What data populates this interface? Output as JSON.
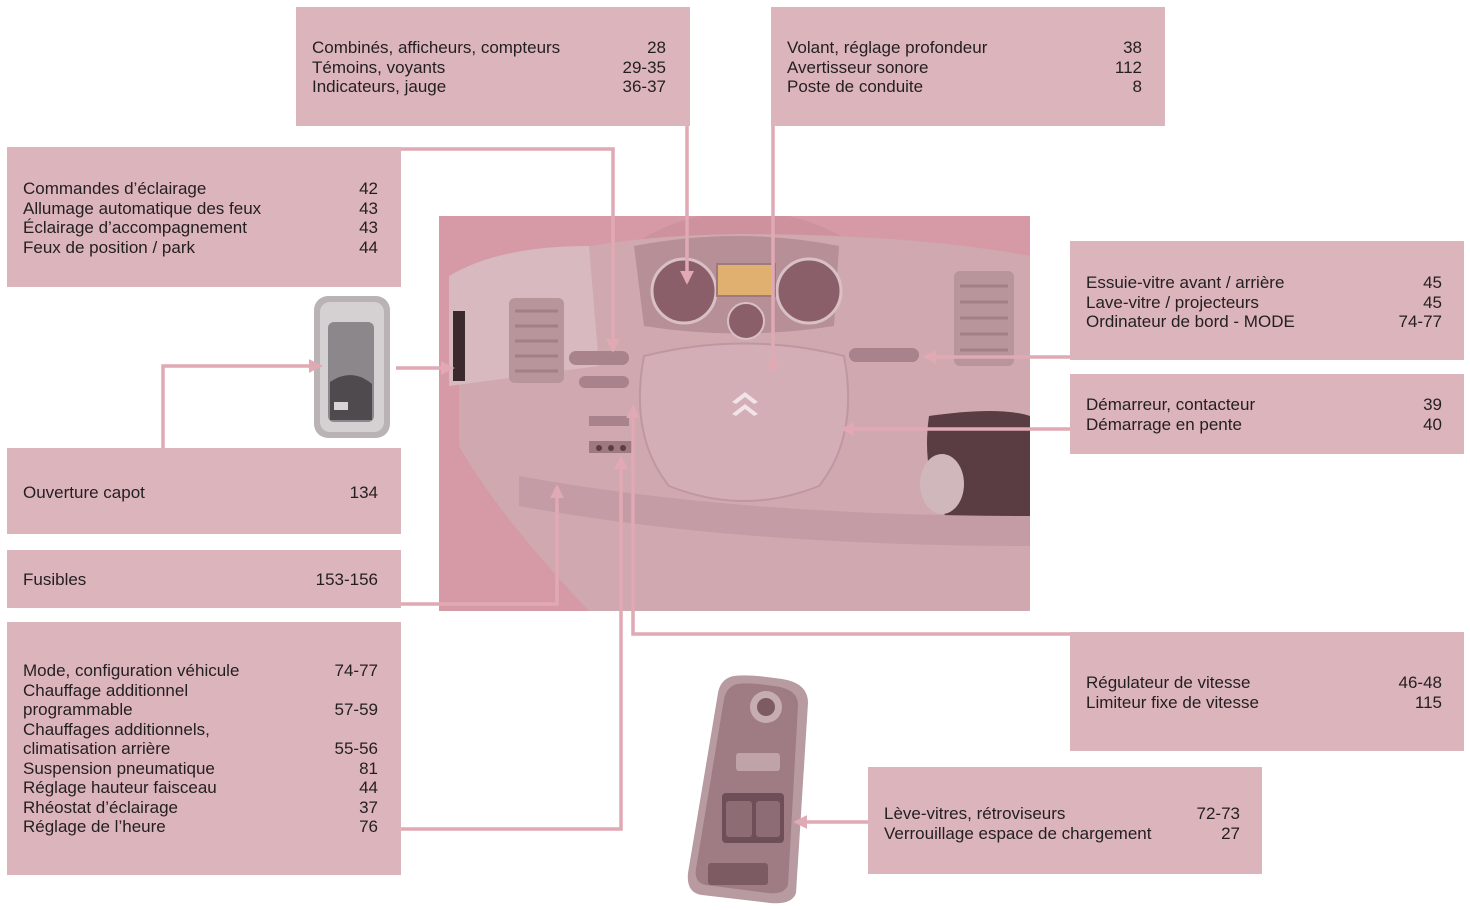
{
  "colors": {
    "box_fill": "#dcb4bc",
    "leader_line": "#e0a9b4",
    "dash_background": "#d69aa6",
    "text": "#231f20"
  },
  "boxes": {
    "combines": {
      "rows": [
        {
          "label": "Combinés, afficheurs, compteurs",
          "page": "28"
        },
        {
          "label": "Témoins, voyants",
          "page": "29-35"
        },
        {
          "label": "Indicateurs, jauge",
          "page": "36-37"
        }
      ]
    },
    "volant": {
      "rows": [
        {
          "label": "Volant, réglage profondeur",
          "page": "38"
        },
        {
          "label": "Avertisseur sonore",
          "page": "112"
        },
        {
          "label": "Poste de conduite",
          "page": "8"
        }
      ]
    },
    "eclairage": {
      "rows": [
        {
          "label": "Commandes d’éclairage",
          "page": "42"
        },
        {
          "label": "Allumage automatique des feux",
          "page": "43"
        },
        {
          "label": "Éclairage d’accompagnement",
          "page": "43"
        },
        {
          "label": "Feux de position / park",
          "page": "44"
        }
      ]
    },
    "essuie": {
      "rows": [
        {
          "label": "Essuie-vitre avant / arrière",
          "page": "45"
        },
        {
          "label": "Lave-vitre / projecteurs",
          "page": "45"
        },
        {
          "label": "Ordinateur de bord - MODE",
          "page": "74-77"
        }
      ]
    },
    "demarreur": {
      "rows": [
        {
          "label": "Démarreur, contacteur",
          "page": "39"
        },
        {
          "label": "Démarrage en pente",
          "page": "40"
        }
      ]
    },
    "capot": {
      "rows": [
        {
          "label": "Ouverture capot",
          "page": "134"
        }
      ]
    },
    "fusibles": {
      "rows": [
        {
          "label": "Fusibles",
          "page": "153-156"
        }
      ]
    },
    "mode": {
      "rows": [
        {
          "label": "Mode, configuration véhicule",
          "page": "74-77"
        },
        {
          "label": "Chauffage additionnel\nprogrammable",
          "page": "57-59"
        },
        {
          "label": "Chauffages additionnels,\nclimatisation arrière",
          "page": "55-56"
        },
        {
          "label": "Suspension pneumatique",
          "page": "81"
        },
        {
          "label": "Réglage hauteur faisceau",
          "page": "44"
        },
        {
          "label": "Rhéostat d’éclairage",
          "page": "37"
        },
        {
          "label": "Réglage de l’heure",
          "page": "76"
        }
      ]
    },
    "regulateur": {
      "rows": [
        {
          "label": "Régulateur de vitesse",
          "page": "46-48"
        },
        {
          "label": "Limiteur fixe de vitesse",
          "page": "115"
        }
      ]
    },
    "leve": {
      "rows": [
        {
          "label": "Lève-vitres, rétroviseurs",
          "page": "72-73"
        },
        {
          "label": "Verrouillage espace de chargement",
          "page": "27"
        }
      ]
    }
  },
  "icons": {
    "dashboard": "dashboard-illustration",
    "bonnet": "bonnet-release-handle-illustration",
    "window": "window-switch-panel-illustration",
    "logo": "chevron-logo-icon"
  }
}
